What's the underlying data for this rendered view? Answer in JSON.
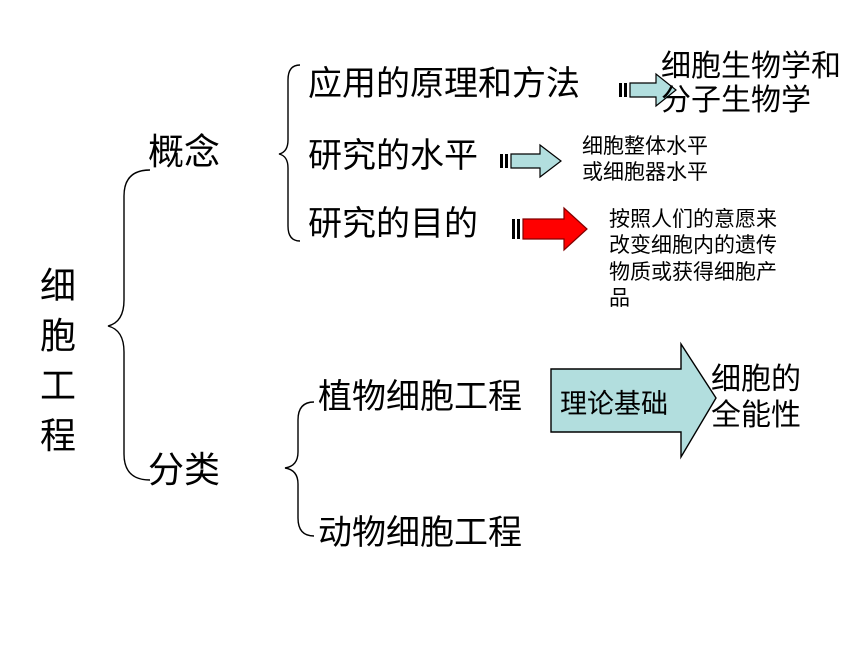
{
  "root": {
    "chars": [
      "细",
      "胞",
      "工",
      "程"
    ]
  },
  "concept": {
    "label": "概念",
    "items": [
      {
        "label": "应用的原理和方法",
        "detail_lines": [
          "细胞生物学和",
          "分子生物学"
        ]
      },
      {
        "label": "研究的水平",
        "detail_lines": [
          "细胞整体水平",
          "或细胞器水平"
        ]
      },
      {
        "label": "研究的目的",
        "detail_lines": [
          "按照人们的意愿来",
          "改变细胞内的遗传",
          "物质或获得细胞产",
          "品"
        ]
      }
    ]
  },
  "classification": {
    "label": "分类",
    "items": [
      {
        "label": "植物细胞工程",
        "basis_label": "理论基础",
        "basis_detail_lines": [
          "细胞的",
          "全能性"
        ]
      },
      {
        "label": "动物细胞工程"
      }
    ]
  },
  "colors": {
    "teal_arrow": "#b2dede",
    "red_arrow": "#ff0000",
    "outline": "#000000",
    "text": "#000000"
  }
}
